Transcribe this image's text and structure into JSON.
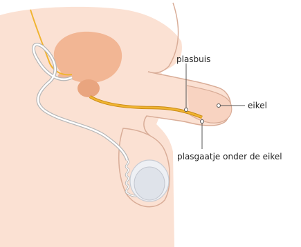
{
  "labels": {
    "plasbuis": "plasbuis",
    "eikel": "eikel",
    "plasgaatje": "plasgaatje onder de eikel"
  },
  "colors": {
    "skin": "#fbe1d3",
    "skin_edge": "#d9ad98",
    "organ": "#f2b694",
    "organ_dark": "#e9a57f",
    "urethra": "#f0b431",
    "urethra_edge": "#c98a14",
    "vas": "#ffffff",
    "vas_edge": "#b8b8b8",
    "testis": "#dfe3ea",
    "leader": "#555555"
  }
}
